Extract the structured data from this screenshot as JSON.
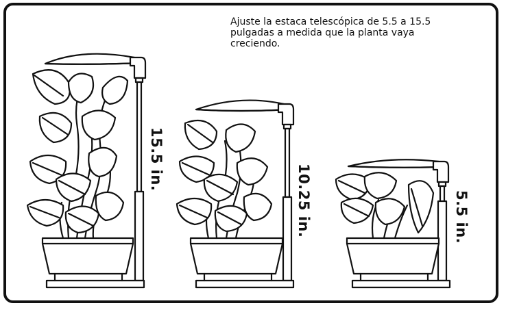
{
  "caption": {
    "lines": [
      "Ajuste la estaca telescópica de 5.5 a 15.5",
      "pulgadas a medida que la planta vaya",
      "creciendo."
    ]
  },
  "plants": [
    {
      "height_label": "15.5 in.",
      "icon": "tall-plant-with-grow-light"
    },
    {
      "height_label": "10.25 in.",
      "icon": "medium-plant-with-grow-light"
    },
    {
      "height_label": "5.5 in.",
      "icon": "short-plant-with-grow-light"
    }
  ],
  "colors": {
    "line": "#111111",
    "background": "#ffffff"
  }
}
